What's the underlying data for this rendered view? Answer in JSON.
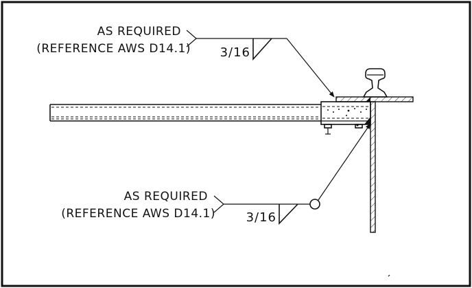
{
  "callouts": {
    "top": {
      "line1": "AS REQUIRED",
      "line2": "(REFERENCE AWS D14.1)",
      "weld_size": "3/16"
    },
    "bottom": {
      "line1": "AS REQUIRED",
      "line2": "(REFERENCE AWS D14.1)",
      "weld_size": "3/16"
    }
  },
  "colors": {
    "ink": "#111111",
    "paper": "#ffffff"
  }
}
